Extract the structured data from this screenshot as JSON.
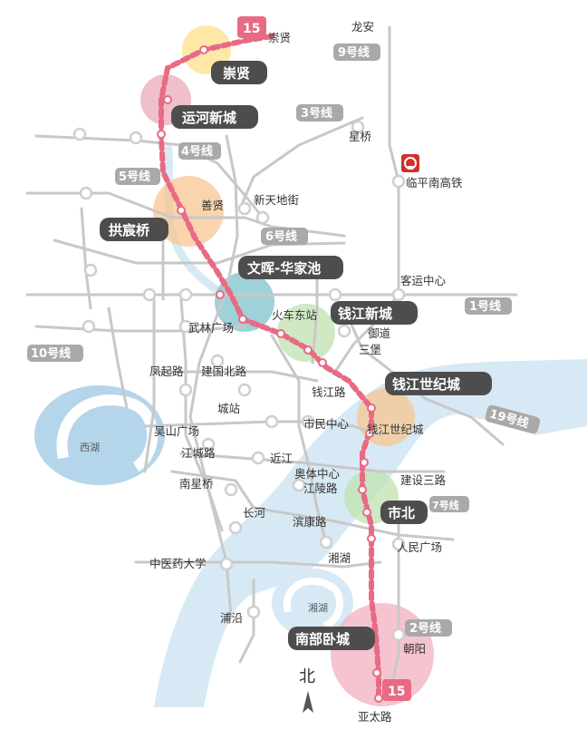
{
  "colors": {
    "river": "#d7e9f4",
    "lake": "#b5d5ea",
    "rail": "#c8c8c8",
    "line15": "#e86a84",
    "areaLabel": "#4d4d4d",
    "lineLabel": "#a9a9a9",
    "station": "#cfcfcf"
  },
  "line15": {
    "badge": "15",
    "stations": [
      "崇贤",
      "亚太路",
      "钱江世纪城",
      "火车东站",
      "武林广场",
      "善贤"
    ]
  },
  "areas": [
    {
      "label": "崇贤",
      "color": "#fde08a"
    },
    {
      "label": "运河新城",
      "color": "#e9aab8"
    },
    {
      "label": "拱宸桥",
      "color": "#f7c591"
    },
    {
      "label": "文晖-华家池",
      "color": "#7fc2cc"
    },
    {
      "label": "钱江新城",
      "color": "#bfe2b0"
    },
    {
      "label": "钱江世纪城",
      "color": "#f7c591"
    },
    {
      "label": "市北",
      "color": "#bfe2b0"
    },
    {
      "label": "南部卧城",
      "color": "#f2b0c0"
    }
  ],
  "lineLabels": [
    "9号线",
    "3号线",
    "4号线",
    "5号线",
    "6号线",
    "1号线",
    "10号线",
    "19号线",
    "7号线",
    "2号线"
  ],
  "stations": [
    "龙安",
    "星桥",
    "临平南高铁",
    "新天地街",
    "善贤",
    "客运中心",
    "火车东站",
    "武林广场",
    "御道",
    "三堡",
    "凤起路",
    "建国北路",
    "钱江路",
    "城站",
    "吴山广场",
    "市民中心",
    "钱江世纪城",
    "江城路",
    "近江",
    "奥体中心",
    "江陵路",
    "建设三路",
    "南星桥",
    "长河",
    "滨康路",
    "湘湖",
    "人民广场",
    "中医药大学",
    "浦沿",
    "朝阳",
    "亚太路",
    "崇贤"
  ],
  "water": {
    "westLake": "西湖",
    "xiangLake": "湘湖"
  },
  "compass": "北"
}
